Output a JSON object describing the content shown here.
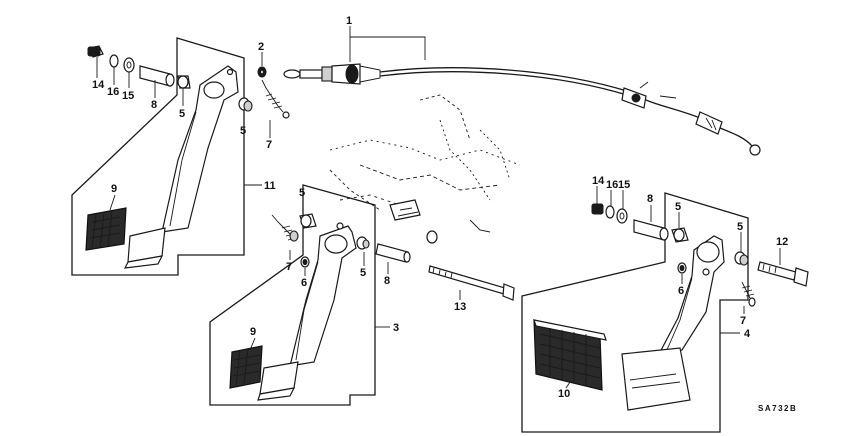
{
  "callouts": {
    "c1": "1",
    "c2": "2",
    "c3": "3",
    "c4": "4",
    "c5a": "5",
    "c5b": "5",
    "c5c": "5",
    "c5d": "5",
    "c5e": "5",
    "c5f": "5",
    "c6a": "6",
    "c6b": "6",
    "c7a": "7",
    "c7b": "7",
    "c7c": "7",
    "c8a": "8",
    "c8b": "8",
    "c8c": "8",
    "c9a": "9",
    "c9b": "9",
    "c10": "10",
    "c11": "11",
    "c12": "12",
    "c13": "13",
    "c14a": "14",
    "c14b": "14",
    "c15a": "15",
    "c15b": "15",
    "c16a": "16",
    "c16b": "16"
  },
  "diagram_code": "SA732B"
}
